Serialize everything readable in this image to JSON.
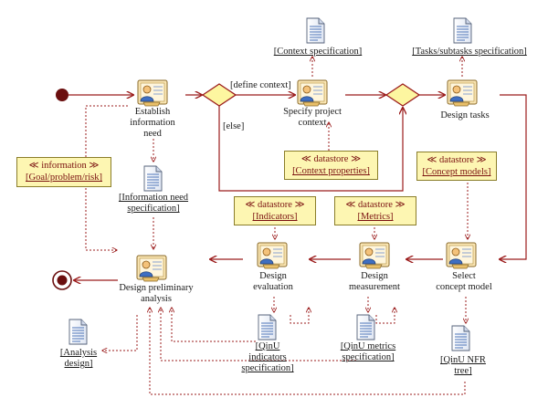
{
  "activities": {
    "establish": [
      "Establish",
      "information",
      "need"
    ],
    "specify": [
      "Specify project",
      "context"
    ],
    "design_tasks": [
      "Design tasks"
    ],
    "select": [
      "Select",
      "concept model"
    ],
    "measurement": [
      "Design",
      "measurement"
    ],
    "evaluation": [
      "Design",
      "evaluation"
    ],
    "preliminary": [
      "Design preliminary",
      "analysis"
    ]
  },
  "guards": {
    "define_context": "[define context]",
    "else": "[else]"
  },
  "documents": {
    "context_spec": [
      "[Context specification]"
    ],
    "tasks_spec": [
      "[Tasks/subtasks specification]"
    ],
    "info_need_spec": [
      "[Information need",
      "specification]"
    ],
    "analysis_design": [
      "[Analysis",
      "design]"
    ],
    "qinu_indicators": [
      "[QinU",
      "indicators",
      "specification]"
    ],
    "qinu_metrics": [
      "[QinU metrics",
      "specification]"
    ],
    "qinu_nfr": [
      "[QinU NFR",
      "tree]"
    ]
  },
  "datastores": {
    "context_properties": {
      "stereotype": "≪ datastore ≫",
      "name": "[Context properties]"
    },
    "concept_models": {
      "stereotype": "≪ datastore ≫",
      "name": "[Concept models]"
    },
    "indicators": {
      "stereotype": "≪ datastore ≫",
      "name": "[Indicators]"
    },
    "metrics": {
      "stereotype": "≪ datastore ≫",
      "name": "[Metrics]"
    }
  },
  "information_note": {
    "stereotype": "≪ information ≫",
    "name": "[Goal/problem/risk]"
  },
  "colors": {
    "flow": "#9b1c1c",
    "node_dark": "#6b0f0f",
    "decision_fill": "#fdf6a0",
    "note_fill": "#fdf6b2"
  }
}
